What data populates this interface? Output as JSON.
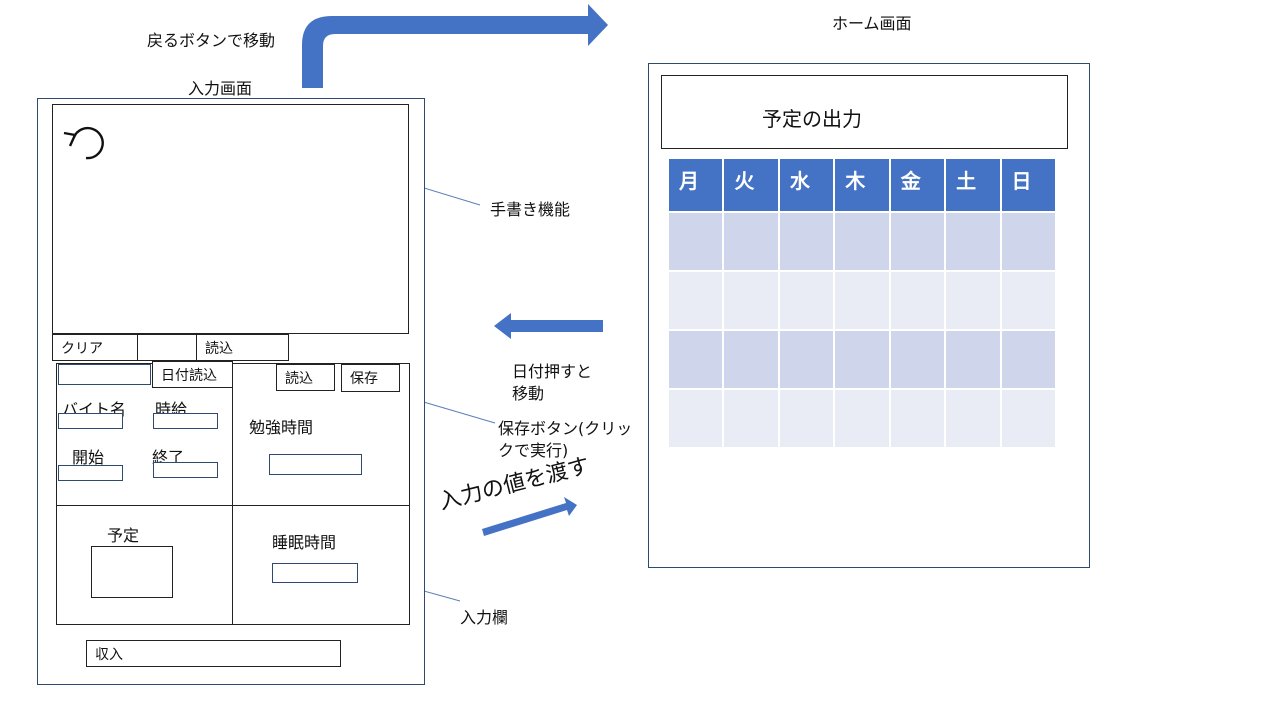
{
  "labels": {
    "back_nav": "戻るボタンで移動",
    "input_screen": "入力画面",
    "home_screen": "ホーム画面",
    "handwriting": "手書き機能",
    "date_nav_line1": "日付押すと",
    "date_nav_line2": "移動",
    "save_note_line1": "保存ボタン(クリッ",
    "save_note_line2": "クで実行)",
    "pass_values": "入力の値を渡す",
    "input_field": "入力欄"
  },
  "input_form": {
    "undo_icon": "undo-icon",
    "clear_button": "クリア",
    "read_button_canvas": "読込",
    "date_read_button": "日付読込",
    "job_name_label": "バイト名",
    "hourly_wage_label": "時給",
    "start_label": "開始",
    "end_label": "終了",
    "read_button": "読込",
    "save_button": "保存",
    "study_time_label": "勉強時間",
    "schedule_label": "予定",
    "sleep_time_label": "睡眠時間",
    "income_label": "収入"
  },
  "home": {
    "output_title": "予定の出力",
    "weekdays": [
      "月",
      "火",
      "水",
      "木",
      "金",
      "土",
      "日"
    ]
  },
  "colors": {
    "arrow": "#4472c4",
    "header": "#4472c4",
    "row_dark": "#cfd5ea",
    "row_light": "#e9ebf5"
  }
}
